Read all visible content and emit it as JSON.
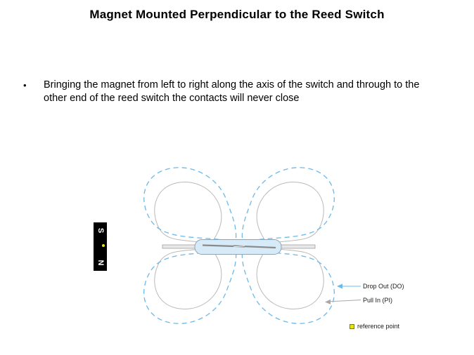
{
  "page": {
    "title": "Magnet Mounted Perpendicular to the Reed Switch"
  },
  "bullet": {
    "marker": "•",
    "text": "Bringing the magnet from left to right along the axis of the switch and through to the other end of the reed switch the contacts will never close"
  },
  "diagram": {
    "magnet": {
      "pole_top": "S",
      "pole_bottom": "N"
    },
    "labels": {
      "drop_out": "Drop Out (DO)",
      "pull_in": "Pull In (PI)",
      "reference_point": "reference point"
    },
    "colors": {
      "drop_out_curve": "#6cb9e8",
      "pull_in_curve": "#b9b9b9",
      "magnet_body": "#000000",
      "magnet_pole_text": "#ffffff",
      "reference_marker": "#e6e600",
      "switch_glass": "#d7eaf8",
      "switch_outline": "#90a4b4"
    }
  }
}
